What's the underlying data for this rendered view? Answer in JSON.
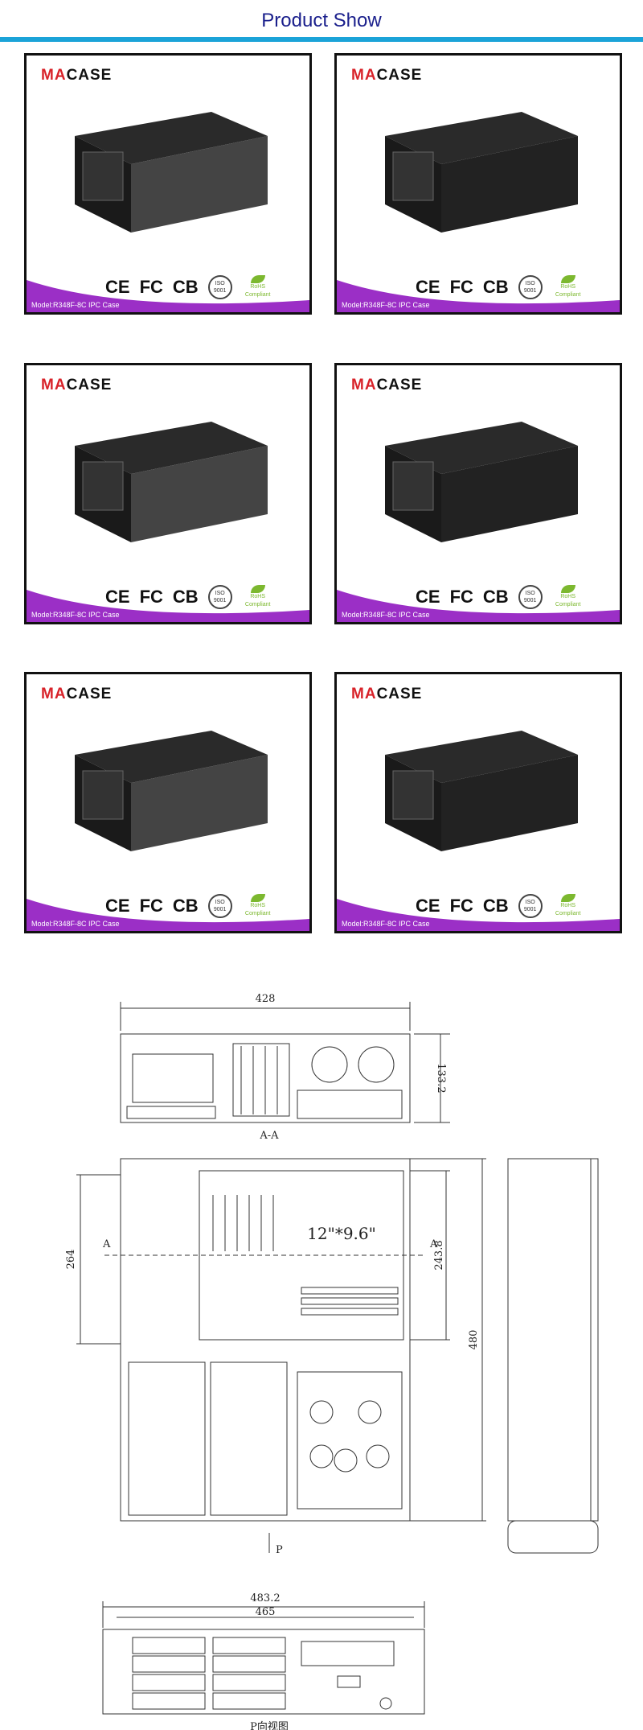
{
  "header": {
    "title": "Product Show"
  },
  "brand": {
    "logo_prefix": "MA",
    "logo_suffix": "CASE",
    "accent": "#d8232a"
  },
  "cards": [
    {
      "model": "Model:R348F-8C IPC Case"
    },
    {
      "model": "Model:R348F-8C IPC Case"
    },
    {
      "model": "Model:R348F-8C IPC Case"
    },
    {
      "model": "Model:R348F-8C IPC Case"
    },
    {
      "model": "Model:R348F-8C IPC Case"
    },
    {
      "model": "Model:R348F-8C IPC Case"
    }
  ],
  "certifications": {
    "ce": "CE",
    "fcc": "FC",
    "cb": "CB",
    "iso": "ISO 9001",
    "rohs": "RoHS Compliant"
  },
  "drawing": {
    "width_top": "428",
    "height_right": "133.2",
    "section": "A-A",
    "depth_left": "264",
    "depth_inner": "243.8",
    "depth_total": "480",
    "board": "12\"*9.6\"",
    "marker_a": "A",
    "arrow_p": "P",
    "width_outer": "483.2",
    "width_inner": "465",
    "view_caption": "P向视图"
  },
  "colors": {
    "banner": "#9b2fc6",
    "header_bar": "#1ba3d8",
    "title": "#1a1f8c"
  }
}
